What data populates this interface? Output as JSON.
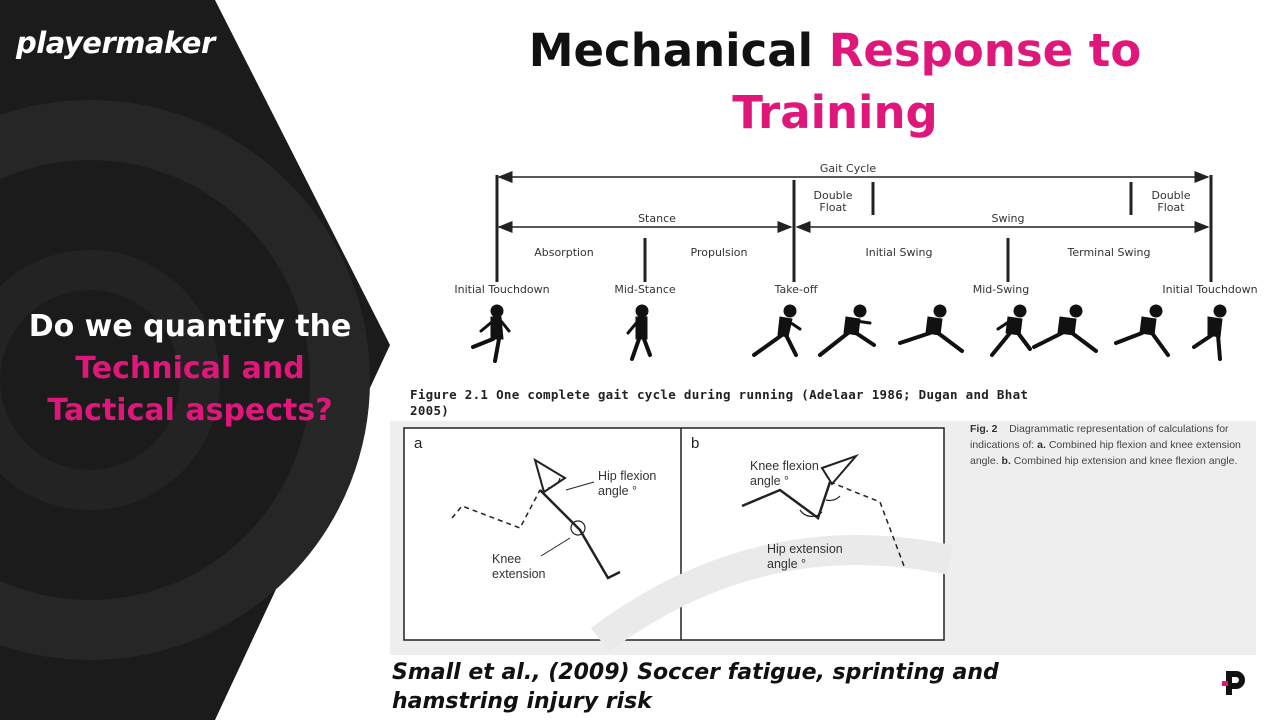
{
  "brand": {
    "name": "playermaker"
  },
  "question": {
    "line1": "Do we quantify the",
    "line2": "Technical and",
    "line3": "Tactical aspects?"
  },
  "title": {
    "part1": "Mechanical",
    "part2": "Response to",
    "part3": "Training"
  },
  "gait": {
    "cycle_label": "Gait Cycle",
    "stance": "Stance",
    "swing": "Swing",
    "double_float_1": [
      "Double",
      "Float"
    ],
    "double_float_2": [
      "Double",
      "Float"
    ],
    "absorption": "Absorption",
    "propulsion": "Propulsion",
    "initial_swing": "Initial Swing",
    "terminal_swing": "Terminal Swing",
    "events": [
      "Initial Touchdown",
      "Mid-Stance",
      "Take-off",
      "Mid-Swing",
      "Initial Touchdown"
    ]
  },
  "figure1": {
    "caption_line1": "Figure 2.1 One complete gait cycle during running (Adelaar 1986; Dugan and Bhat",
    "caption_line2": "2005)"
  },
  "figure2": {
    "panel_a": {
      "letter": "a",
      "hip_flexion": [
        "Hip flexion",
        "angle °"
      ],
      "knee_extension": [
        "Knee",
        "extension"
      ]
    },
    "panel_b": {
      "letter": "b",
      "knee_flexion": [
        "Knee flexion",
        "angle °"
      ],
      "hip_extension": [
        "Hip extension",
        "angle °"
      ]
    },
    "caption_label": "Fig. 2",
    "caption_text": "Diagrammatic representation of calculations for indications of:",
    "caption_a_label": "a.",
    "caption_a_text": "Combined hip flexion and knee extension angle.",
    "caption_b_label": "b.",
    "caption_b_text": "Combined hip extension and knee flexion angle."
  },
  "citation": {
    "line1": "Small et al., (2009) Soccer fatigue, sprinting and",
    "line2": "hamstring injury risk"
  },
  "colors": {
    "accent": "#e0177a",
    "dark_panel": "#1b1b1b"
  }
}
